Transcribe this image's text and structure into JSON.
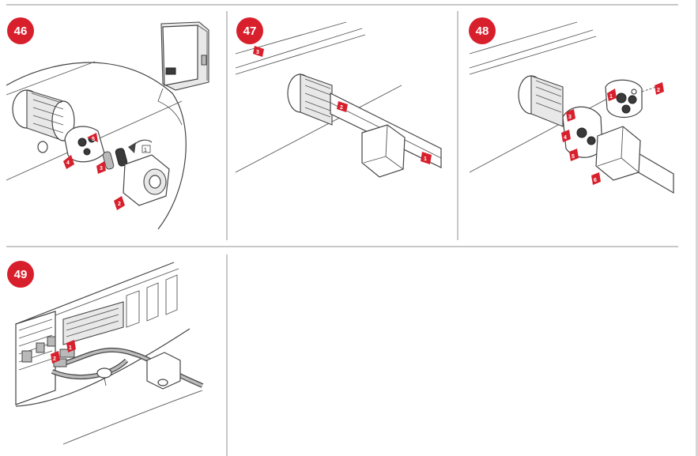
{
  "steps": [
    {
      "number": "46"
    },
    {
      "number": "47"
    },
    {
      "number": "48"
    },
    {
      "number": "49"
    }
  ],
  "colors": {
    "badge": "#d8202d",
    "arrow": "#d8202d",
    "divider": "#c8c8c8",
    "line_art": "#444444"
  },
  "arrow_labels": {
    "step46": [
      "5",
      "4",
      "3",
      "2",
      "1"
    ],
    "step47": [
      "3",
      "2",
      "1"
    ],
    "step48": [
      "1",
      "2",
      "3",
      "4",
      "5",
      "6"
    ],
    "step49": [
      "1",
      "2"
    ]
  }
}
